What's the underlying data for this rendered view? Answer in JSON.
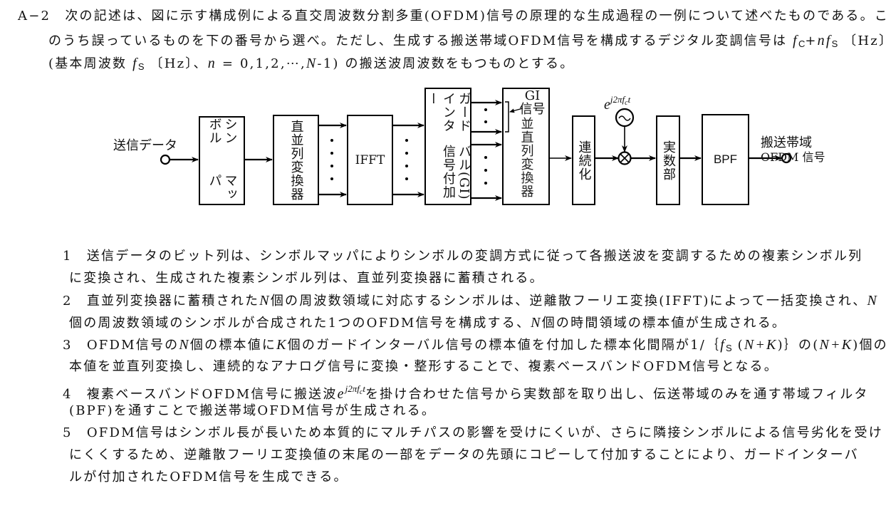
{
  "question": {
    "lines": [
      {
        "segs": [
          [
            "A−2　次の記述は、図に示す構成例による直交周波数分割多重(OFDM)信号の原理的な生成過程の一例について述べたものである。こ",
            "n"
          ]
        ]
      },
      {
        "segs": [
          [
            "のうち誤っているものを下の番号から選べ。ただし、生成する搬送帯域OFDM信号を構成するデジタル変調信号は ",
            "n"
          ],
          [
            "f",
            "i"
          ],
          [
            "C",
            "sub"
          ],
          [
            "+",
            "n"
          ],
          [
            "nf",
            "i"
          ],
          [
            "S",
            "sub"
          ],
          [
            " 〔Hz〕",
            "n"
          ]
        ]
      },
      {
        "segs": [
          [
            "(基本周波数 ",
            "n"
          ],
          [
            "f",
            "i"
          ],
          [
            "S",
            "sub"
          ],
          [
            " 〔Hz〕、",
            "n"
          ],
          [
            "n",
            "i"
          ],
          [
            " = 0,1,2,⋯,",
            "n"
          ],
          [
            "N",
            "i"
          ],
          [
            "-1) の搬送波周波数をもつものとする。",
            "n"
          ]
        ]
      }
    ]
  },
  "diagram": {
    "input_label": "送信データ",
    "symbol_mapper": [
      "シンボル",
      "マッパ"
    ],
    "sp_converter": "直並列変換器",
    "ifft": "IFFT",
    "gi_adder": [
      "ガードインター",
      "バル(GI)信号付加"
    ],
    "gi_signal": [
      "GI",
      "信号"
    ],
    "ps_converter": "並直列変換器",
    "continuation": "連続化",
    "carrier": [
      [
        "e",
        "i"
      ],
      [
        "j2πf",
        "supi"
      ],
      [
        "c",
        "supsub"
      ],
      [
        "t",
        "supi"
      ]
    ],
    "real_part": "実数部",
    "bpf": "BPF",
    "output_label": [
      "搬送帯域",
      "OFDM 信号"
    ],
    "dots": "・"
  },
  "items": [
    {
      "lines": [
        {
          "segs": [
            [
              "1　送信データのビット列は、シンボルマッパによりシンボルの変調方式に従って各搬送波を変調するための複素シンボル列",
              "n"
            ]
          ]
        },
        {
          "segs": [
            [
              "に変換され、生成された複素シンボル列は、直並列変換器に蓄積される。",
              "n"
            ]
          ]
        }
      ]
    },
    {
      "lines": [
        {
          "segs": [
            [
              "2　直並列変換器に蓄積された",
              "n"
            ],
            [
              "N",
              "i"
            ],
            [
              "個の周波数領域に対応するシンボルは、逆離散フーリエ変換(IFFT)によって一括変換され、",
              "n"
            ],
            [
              "N",
              "i"
            ]
          ]
        },
        {
          "segs": [
            [
              "個の周波数領域のシンボルが合成された1つのOFDM信号を構成する、",
              "n"
            ],
            [
              "N",
              "i"
            ],
            [
              "個の時間領域の標本値が生成される。",
              "n"
            ]
          ]
        }
      ]
    },
    {
      "lines": [
        {
          "segs": [
            [
              "3　OFDM信号の",
              "n"
            ],
            [
              "N",
              "i"
            ],
            [
              "個の標本値に",
              "n"
            ],
            [
              "K",
              "i"
            ],
            [
              "個のガードインターバル信号の標本値を付加した標本化間隔が1/｛",
              "n"
            ],
            [
              "f",
              "i"
            ],
            [
              "S",
              "sub"
            ],
            [
              " (",
              "n"
            ],
            [
              "N+K",
              "i"
            ],
            [
              ")｝の(",
              "n"
            ],
            [
              "N+K",
              "i"
            ],
            [
              ")個の標",
              "n"
            ]
          ]
        },
        {
          "segs": [
            [
              "本値を並直列変換し、連続的なアナログ信号に変換・整形することで、複素ベースバンドOFDM信号となる。",
              "n"
            ]
          ]
        }
      ]
    },
    {
      "lines": [
        {
          "segs": [
            [
              "4　複素ベースバンドOFDM信号に搬送波",
              "n"
            ],
            [
              "e",
              "i"
            ],
            [
              "j2πf",
              "supi"
            ],
            [
              "c",
              "supsub"
            ],
            [
              "t",
              "supi"
            ],
            [
              "を掛け合わせた信号から実数部を取り出し、伝送帯域のみを通す帯域フィルタ",
              "n"
            ]
          ]
        },
        {
          "segs": [
            [
              "(BPF)を通すことで搬送帯域OFDM信号が生成される。",
              "n"
            ]
          ]
        }
      ]
    },
    {
      "lines": [
        {
          "segs": [
            [
              "5　OFDM信号はシンボル長が長いため本質的にマルチパスの影響を受けにくいが、さらに隣接シンボルによる信号劣化を受け",
              "n"
            ]
          ]
        },
        {
          "segs": [
            [
              "にくくするため、逆離散フーリエ変換値の末尾の一部をデータの先頭にコピーして付加することにより、ガードインターバ",
              "n"
            ]
          ]
        },
        {
          "segs": [
            [
              "ルが付加されたOFDM信号を生成できる。",
              "n"
            ]
          ]
        }
      ]
    }
  ]
}
